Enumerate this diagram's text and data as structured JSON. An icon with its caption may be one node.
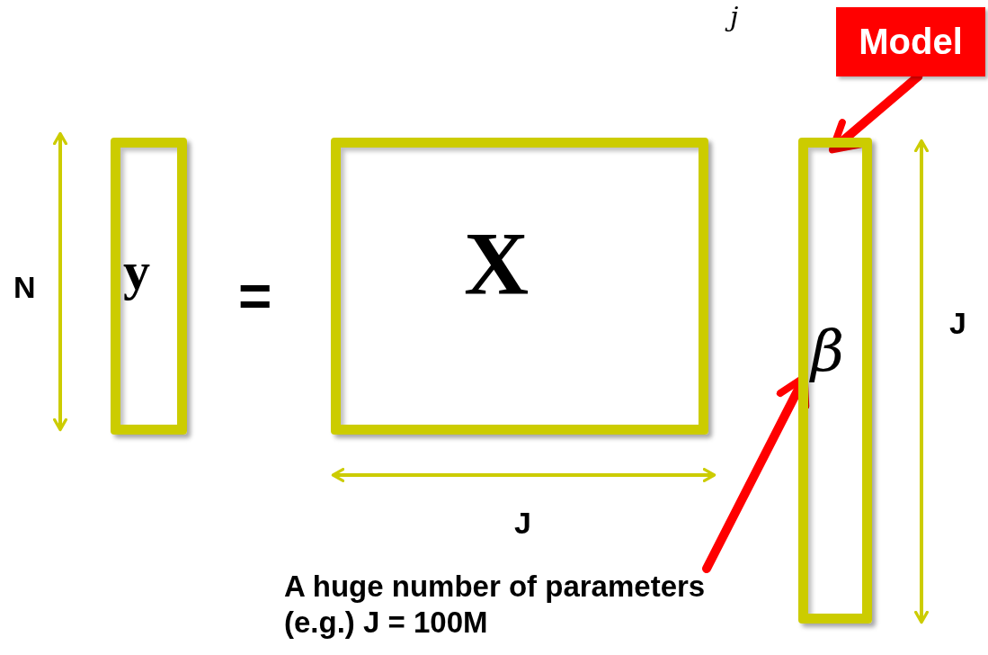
{
  "diagram": {
    "nodes": [
      {
        "text": [
          "y"
        ]
      },
      {
        "text": [
          "X"
        ]
      },
      {
        "text": [
          "β"
        ]
      },
      {
        "text": [
          "Model"
        ]
      },
      {
        "text": [
          "A huge number of parameters (e.g.) J = 100M"
        ]
      }
    ],
    "edges": [
      {
        "from": 3,
        "to": 2,
        "arrow": "to",
        "color": "#ff0000"
      },
      {
        "from": 4,
        "to": 2,
        "arrow": "to",
        "color": "#ff0000"
      }
    ],
    "labels": [
      "j",
      "N",
      "=",
      "J",
      "J"
    ]
  }
}
